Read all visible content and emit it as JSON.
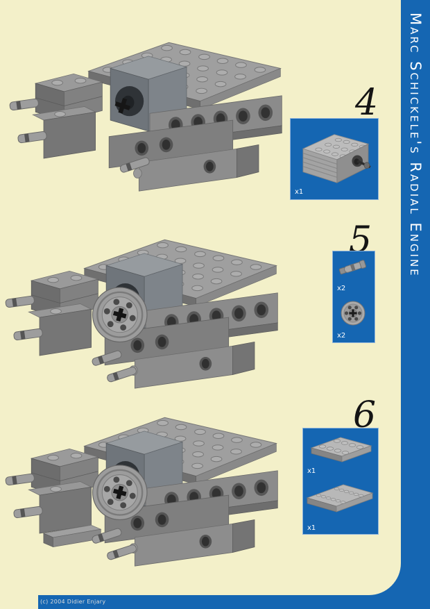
{
  "page": {
    "title": "Marc Schickele's Radial Engine",
    "copyright": "(c) 2004  Didier Enjary",
    "background_color": "#f3f0c9",
    "accent_blue": "#1566b2"
  },
  "steps": [
    {
      "number": "4",
      "parts": [
        {
          "name": "electric-motor-4x6",
          "count": "x1"
        }
      ]
    },
    {
      "number": "5",
      "parts": [
        {
          "name": "axle-pin-connector",
          "count": "x2"
        },
        {
          "name": "wedge-belt-wheel-pulley",
          "count": "x2"
        }
      ]
    },
    {
      "number": "6",
      "parts": [
        {
          "name": "plate-2x4-gray",
          "count": "x1"
        },
        {
          "name": "plate-2x6-gray",
          "count": "x1"
        }
      ]
    }
  ]
}
